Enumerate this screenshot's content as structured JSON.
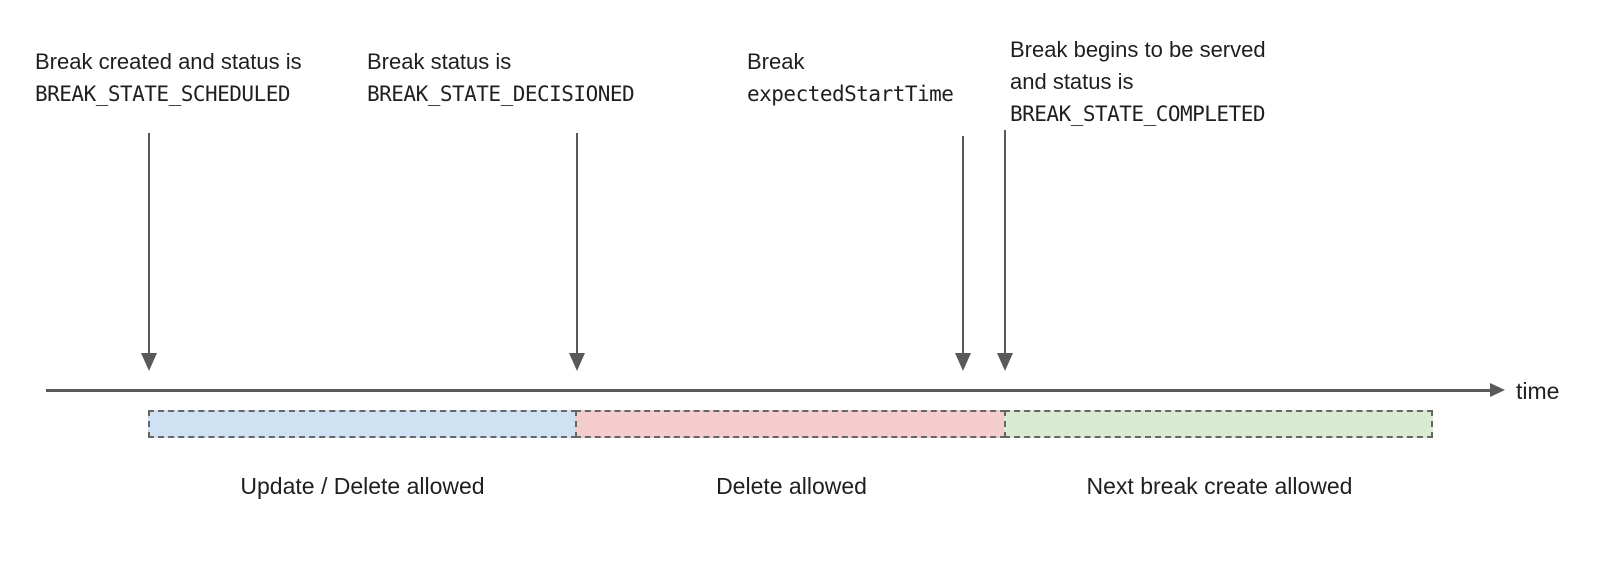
{
  "diagram": {
    "annotations": [
      {
        "line1": "Break created and status is",
        "code": "BREAK_STATE_SCHEDULED"
      },
      {
        "line1": "Break status is",
        "code": "BREAK_STATE_DECISIONED"
      },
      {
        "line1": "Break",
        "code": "expectedStartTime"
      },
      {
        "line1": "Break begins to be served",
        "line2": "and status is",
        "code": "BREAK_STATE_COMPLETED"
      }
    ],
    "axis": {
      "label": "time"
    },
    "segments": [
      {
        "label": "Update / Delete allowed",
        "fill": "#cfe2f3"
      },
      {
        "label": "Delete allowed",
        "fill": "#f4cccc"
      },
      {
        "label": "Next break create allowed",
        "fill": "#d9ead3"
      }
    ],
    "colors": {
      "arrow": "#595959",
      "segment_border": "#666666",
      "text": "#1f1f1f"
    }
  }
}
